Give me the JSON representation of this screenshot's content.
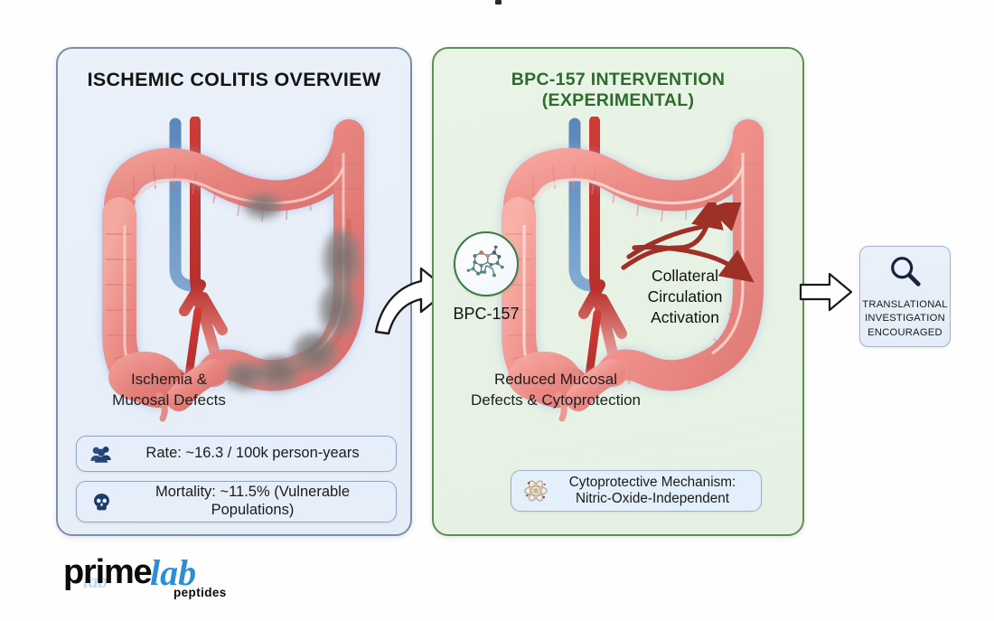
{
  "panels": {
    "left": {
      "title": "ISCHEMIC COLITIS OVERVIEW",
      "caption": "Ischemia &\nMucosal Defects",
      "stats": [
        {
          "icon": "people-group-icon",
          "text": "Rate: ~16.3 / 100k person-years"
        },
        {
          "icon": "skull-icon",
          "text": "Mortality: ~11.5% (Vulnerable\nPopulations)"
        }
      ],
      "colors": {
        "background": "#e8eff9",
        "border": "#7d8fa8",
        "title": "#141414"
      }
    },
    "right": {
      "title": "BPC-157 INTERVENTION\n(EXPERIMENTAL)",
      "caption": "Reduced Mucosal\nDefects & Cytoprotection",
      "molecule_label": "BPC-157",
      "annotation": "Collateral\nCirculation\nActivation",
      "stats": [
        {
          "icon": "atom-icon",
          "text": "Cytoprotective Mechanism:\nNitric-Oxide-Independent"
        }
      ],
      "colors": {
        "background": "#e7f2e4",
        "border": "#5e8f55",
        "title": "#2e6b2c"
      }
    }
  },
  "outcome": {
    "icon": "magnifying-glass-icon",
    "text": "TRANSLATIONAL\nINVESTIGATION\nENCOURAGED",
    "colors": {
      "background": "#e6edf7",
      "border": "#a3b4cb"
    }
  },
  "flow": {
    "arrow_left_to_right": "curved-arrow-icon",
    "arrow_right_to_outcome": "straight-arrow-icon"
  },
  "logo": {
    "prime": "prime",
    "lab": "lab",
    "peptides": "peptides",
    "ghost": "lab",
    "colors": {
      "dark": "#0a0a0a",
      "accent": "#2b8fd6"
    }
  },
  "illustration": {
    "colon_healthy_color": "#e8857f",
    "colon_ischemic_color": "#7e7c7b",
    "artery_color": "#c0302f",
    "vein_color": "#4f7fb5",
    "collateral_arrow_color": "#9e3028"
  }
}
